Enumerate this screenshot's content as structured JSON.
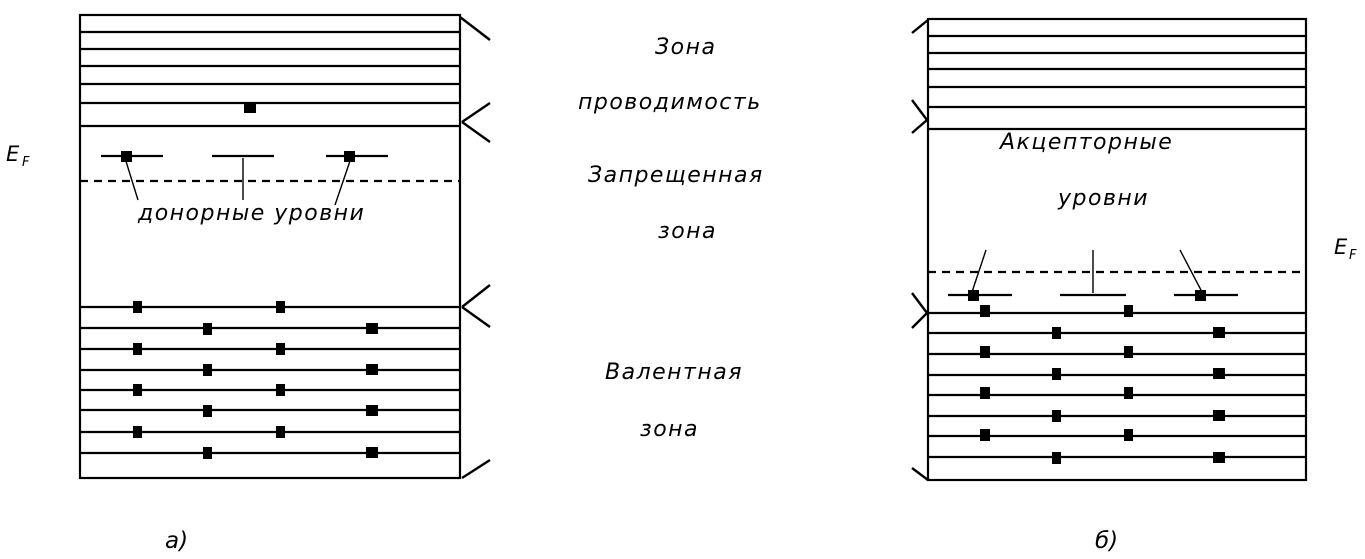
{
  "labels": {
    "conduction_line1": "Зона",
    "conduction_line2": "проводимость",
    "forbidden_line1": "Запрещенная",
    "forbidden_line2": "зона",
    "valence_line1": "Валентная",
    "valence_line2": "зона",
    "donor_levels": "донорные уровни",
    "acceptor_line1": "Акцепторные",
    "acceptor_line2": "уровни",
    "fermi_main": "E",
    "fermi_sub": "F"
  },
  "captions": {
    "left": "а)",
    "right": "б)"
  },
  "colors": {
    "ink": "#000000",
    "background": "#ffffff"
  }
}
